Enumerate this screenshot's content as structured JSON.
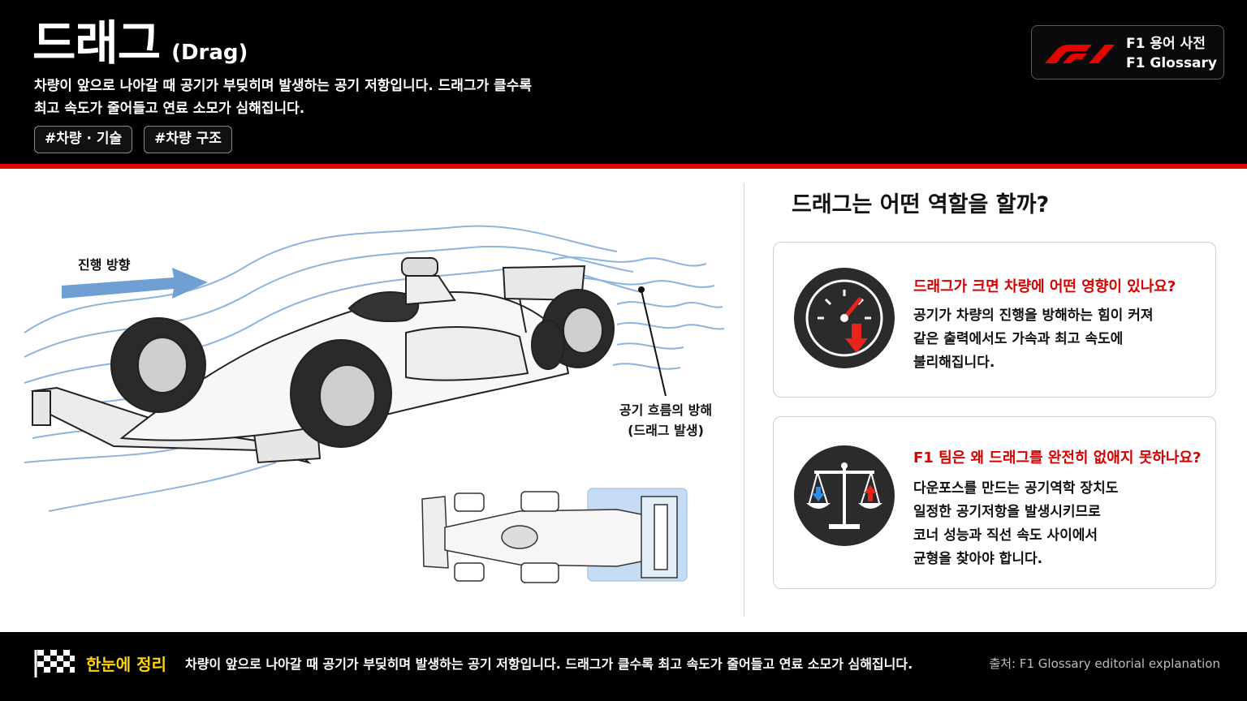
{
  "header": {
    "title": "드래그",
    "title_en": "(Drag)",
    "description_line1": "차량이 앞으로 나아갈 때 공기가 부딪히며 발생하는 공기 저항입니다. 드래그가 클수록",
    "description_line2": "최고 속도가 줄어들고 연료 소모가 심해집니다.",
    "tags": [
      "#차량 · 기술",
      "#차량 구조"
    ],
    "brand_line1": "F1 용어 사전",
    "brand_line2": "F1 Glossary"
  },
  "illustration": {
    "direction_label": "진행 방향",
    "disturb_label_line1": "공기 흐름의 방해",
    "disturb_label_line2": "(드래그 발생)"
  },
  "panel": {
    "question_title": "드래그는 어떤 역할을 할까?",
    "cards": [
      {
        "icon": "speedometer-down-icon",
        "question": "드래그가 크면 차량에 어떤 영향이 있나요?",
        "answer": [
          "공기가 차량의 진행을 방해하는 힘이 커져",
          "같은 출력에서도 가속과 최고 속도에",
          "불리해집니다."
        ]
      },
      {
        "icon": "balance-scale-icon",
        "question": "F1 팀은 왜 드래그를 완전히 없애지 못하나요?",
        "answer": [
          "다운포스를 만드는 공기역학 장치도",
          "일정한 공기저항을 발생시키므로",
          "코너 성능과 직선 속도 사이에서",
          "균형을 찾아야 합니다."
        ]
      }
    ]
  },
  "footer": {
    "label": "한눈에 정리",
    "summary": "차량이 앞으로 나아갈 때 공기가 부딪히며 발생하는 공기 저항입니다. 드래그가 클수록 최고 속도가 줄어들고 연료 소모가 심해집니다.",
    "source": "출처: F1 Glossary editorial explanation"
  },
  "colors": {
    "accent_red": "#e10600",
    "question_red": "#d50000",
    "footer_yellow": "#ffd400",
    "airflow_blue": "#7aa8d8",
    "arrow_down_red": "#e8231c",
    "arrow_blue": "#2f8de0"
  }
}
